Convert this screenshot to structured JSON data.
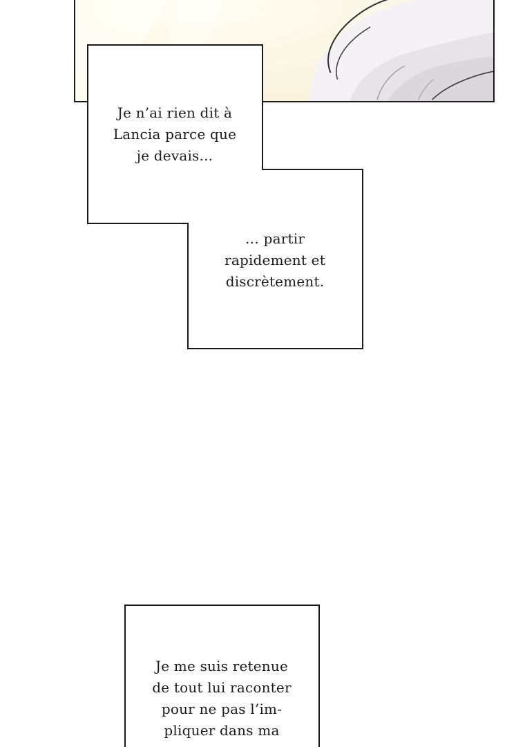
{
  "captions": {
    "first": "Je n’ai rien dit à\nLancia parce que\nje devais...",
    "second": "… partir\nrapidement et\ndiscrètement.",
    "third": "Je me suis retenue\nde tout lui raconter\npour ne pas l’im-\npliquer dans ma"
  },
  "colors": {
    "border": "#1a1a1a",
    "panel_bg": "#fbf6e3",
    "hair": "#d9d6da",
    "page_bg": "#ffffff"
  }
}
